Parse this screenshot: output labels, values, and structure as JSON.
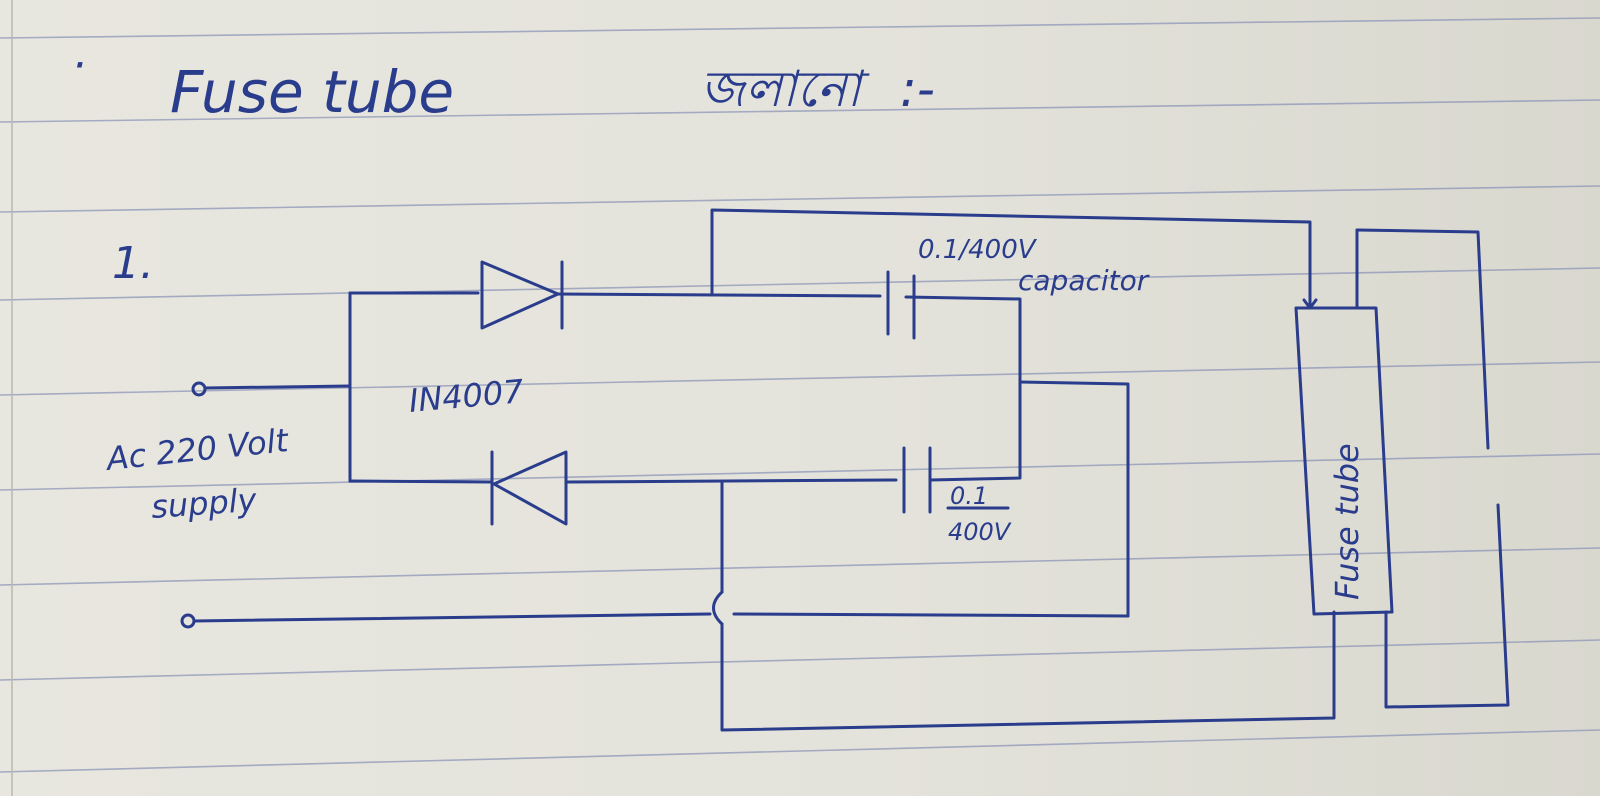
{
  "heading": {
    "title": "Fuse tube",
    "script_word": "জলানো",
    "suffix": ":-"
  },
  "circuit_number": "1.",
  "labels": {
    "diode": "IN4007",
    "supply_line1": "Ac 220 Volt",
    "supply_line2": "supply",
    "capacitor_top_value": "0.1/400V",
    "capacitor_top_name": "capacitor",
    "capacitor_bottom_numerator": "0.1",
    "capacitor_bottom_denominator": "400V",
    "fuse_tube": "Fuse tube"
  },
  "colors": {
    "ink": "#2a3c8c",
    "paper": "#e6e5dd",
    "rule": "#8d96b8"
  }
}
